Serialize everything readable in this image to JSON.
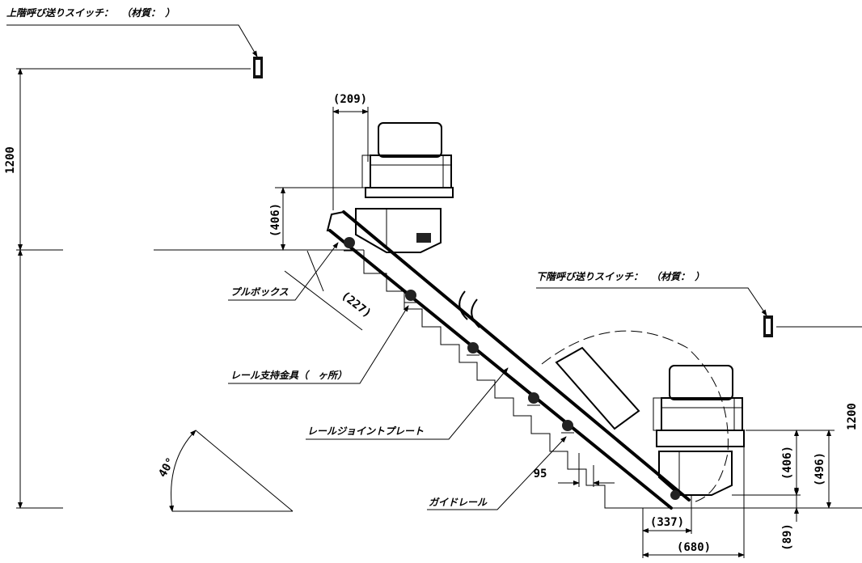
{
  "labels": {
    "upper_switch": "上階呼び送りスイッチ：　 （材質：　）",
    "lower_switch": "下階呼び送りスイッチ：　 （材質：　）",
    "pull_box": "プルボックス",
    "rail_bracket": "レール支持金具（　ヶ所）",
    "rail_joint_plate": "レールジョイントプレート",
    "guide_rail": "ガイドレール"
  },
  "dimensions": {
    "d_1200_left": "1200",
    "d_1200_right": "1200",
    "d_209": "(209)",
    "d_406_top": "(406)",
    "d_227": "(227)",
    "d_95": "95",
    "d_406_bottom": "(406)",
    "d_496": "(496)",
    "d_337": "(337)",
    "d_89": "(89)",
    "d_680": "(680)",
    "angle": "40°"
  }
}
